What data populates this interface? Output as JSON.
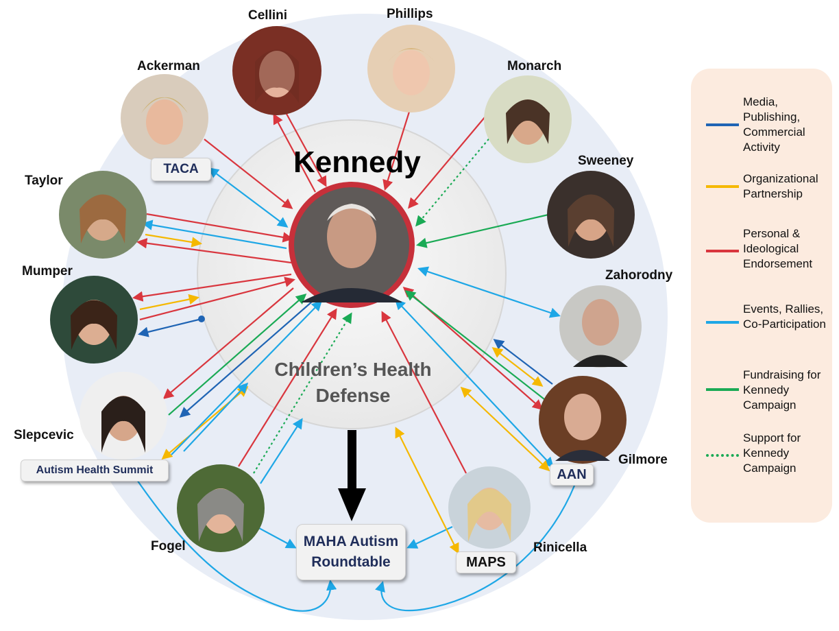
{
  "title": "Kennedy",
  "center_org": "Children’s Health Defense",
  "people": {
    "cellini": "Cellini",
    "phillips": "Phillips",
    "ackerman": "Ackerman",
    "monarch": "Monarch",
    "sweeney": "Sweeney",
    "taylor": "Taylor",
    "mumper": "Mumper",
    "zahorodny": "Zahorodny",
    "slepcevic": "Slepcevic",
    "gilmore": "Gilmore",
    "fogel": "Fogel",
    "rinicella": "Rinicella"
  },
  "orgs": {
    "taca": "TACA",
    "autism_summit": "Autism Health Summit",
    "aan": "AAN",
    "maha": "MAHA Autism Roundtable",
    "maps": "MAPS"
  },
  "legend": [
    {
      "label": "Media, Publishing, Commercial Activity",
      "color": "#1f64b4",
      "style": "solid"
    },
    {
      "label": "Organizational Partnership",
      "color": "#f5b800",
      "style": "solid"
    },
    {
      "label": "Personal & Ideological Endorsement",
      "color": "#d9363e",
      "style": "solid"
    },
    {
      "label": "Events, Rallies, Co-Participation",
      "color": "#1ea7e6",
      "style": "solid"
    },
    {
      "label": "Fundraising for Kennedy Campaign",
      "color": "#1aaa55",
      "style": "solid"
    },
    {
      "label": "Support for Kennedy Campaign",
      "color": "#1aaa55",
      "style": "dotted"
    }
  ]
}
